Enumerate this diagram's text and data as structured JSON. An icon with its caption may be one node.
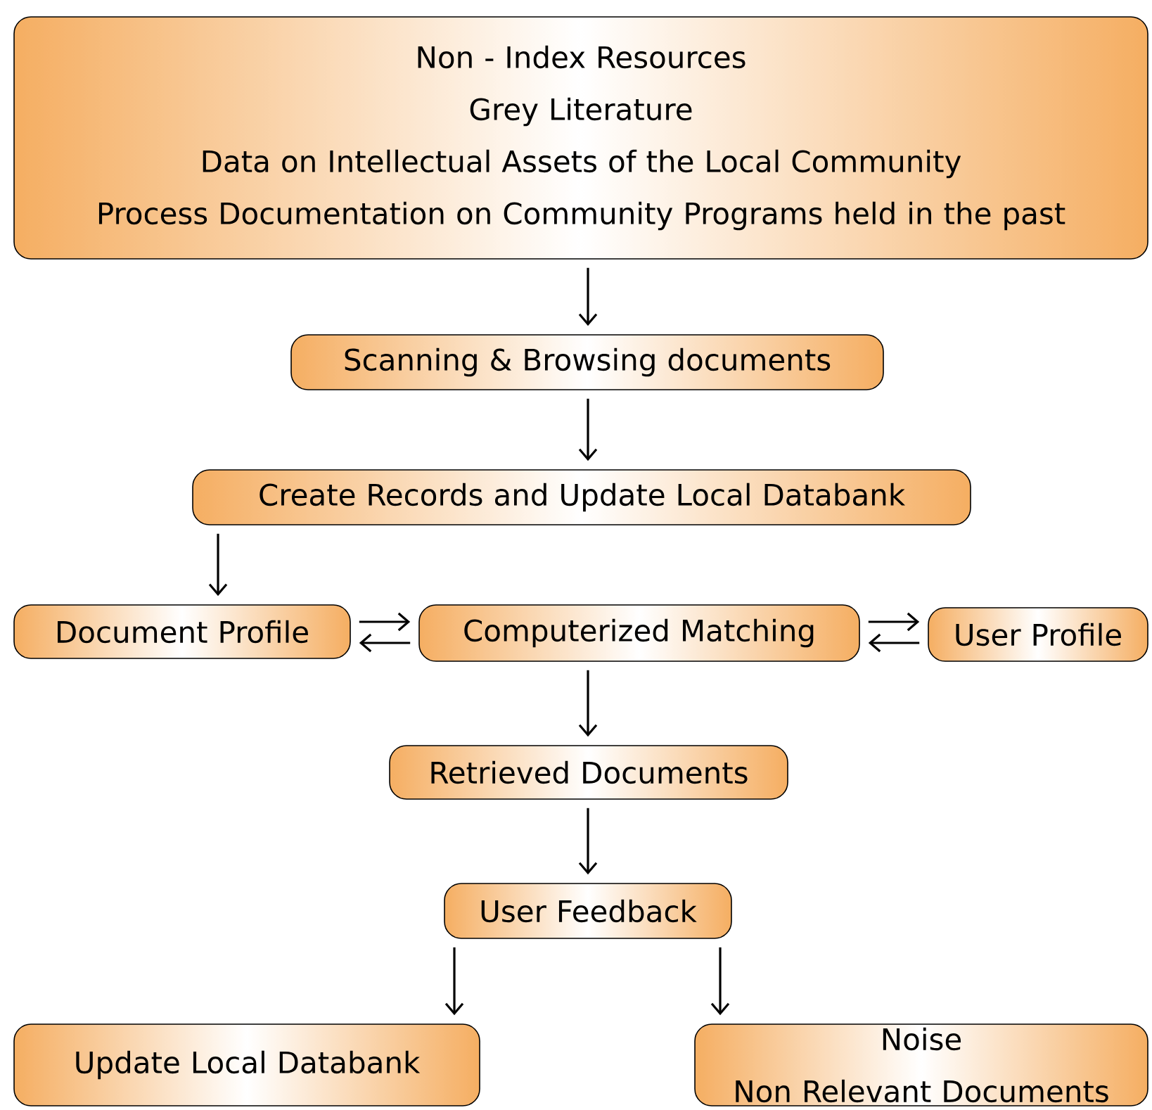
{
  "diagram": {
    "nodes": [
      {
        "text": [
          "Non - Index Resources",
          "Grey Literature",
          "Data on Intellectual Assets of the Local Community",
          "Process Documentation on Community Programs held in the past"
        ]
      },
      {
        "text": [
          "Scanning & Browsing documents"
        ]
      },
      {
        "text": [
          "Create Records and Update Local Databank"
        ]
      },
      {
        "text": [
          "Document Profile"
        ]
      },
      {
        "text": [
          "Computerized Matching"
        ]
      },
      {
        "text": [
          "User Profile"
        ]
      },
      {
        "text": [
          "Retrieved Documents"
        ]
      },
      {
        "text": [
          "User Feedback"
        ]
      },
      {
        "text": [
          "Update Local Databank"
        ]
      },
      {
        "text": [
          "Noise",
          "Non Relevant Documents"
        ]
      }
    ],
    "edges": [
      {
        "from": 0,
        "to": 1,
        "arrow": "to"
      },
      {
        "from": 1,
        "to": 2,
        "arrow": "to"
      },
      {
        "from": 2,
        "to": 3,
        "arrow": "to"
      },
      {
        "from": 3,
        "to": 4,
        "arrow": "to"
      },
      {
        "from": 4,
        "to": 3,
        "arrow": "to"
      },
      {
        "from": 4,
        "to": 5,
        "arrow": "to"
      },
      {
        "from": 5,
        "to": 4,
        "arrow": "to"
      },
      {
        "from": 4,
        "to": 6,
        "arrow": "to"
      },
      {
        "from": 6,
        "to": 7,
        "arrow": "to"
      },
      {
        "from": 7,
        "to": 8,
        "arrow": "to"
      },
      {
        "from": 7,
        "to": 9,
        "arrow": "to"
      }
    ]
  }
}
